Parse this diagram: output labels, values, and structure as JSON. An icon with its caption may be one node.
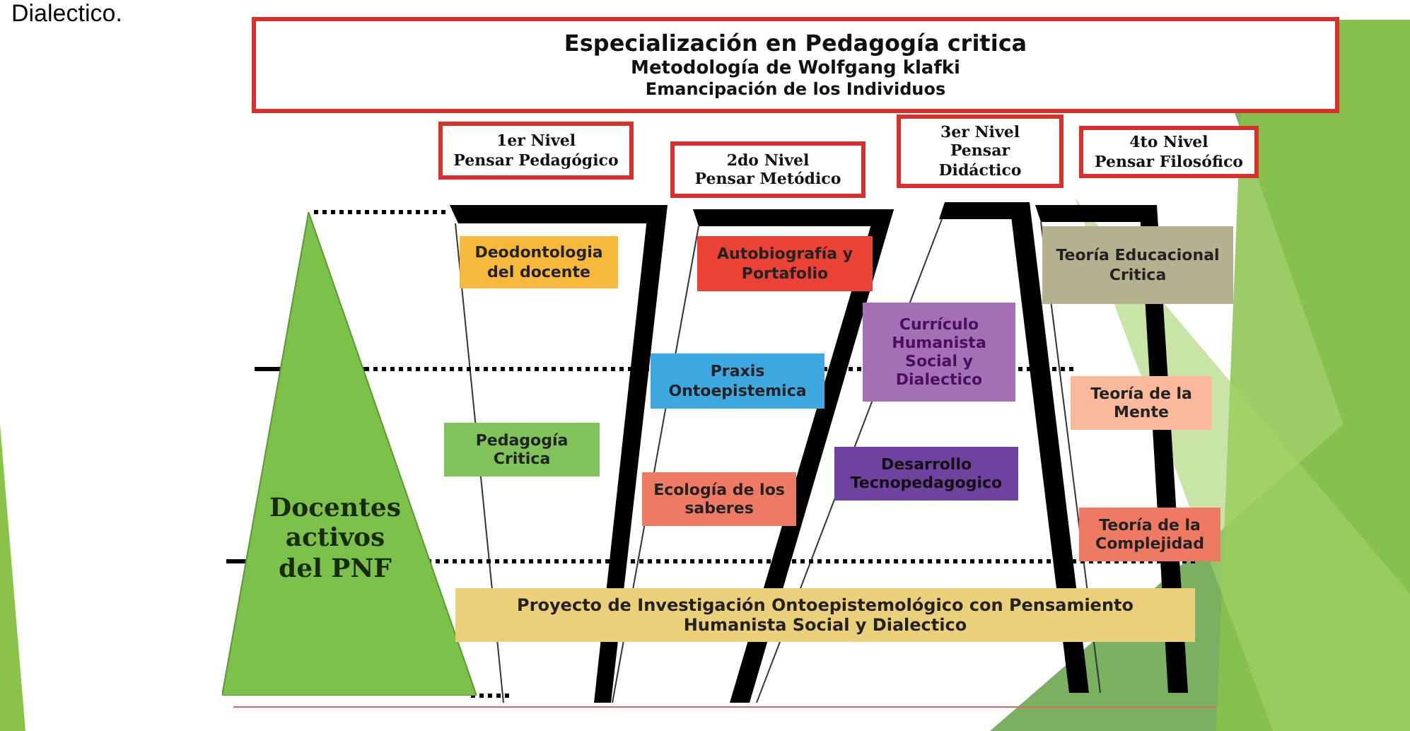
{
  "diagram": {
    "nodes": [
      {
        "text": [
          "Especialización en Pedagogía critica",
          "Metodología de Wolfgang klafki",
          "Emancipación de los Individuos"
        ]
      },
      {
        "text": [
          "1er Nivel",
          "Pensar Pedagógico"
        ]
      },
      {
        "text": [
          "2do Nivel",
          "Pensar Metódico"
        ]
      },
      {
        "text": [
          "3er Nivel",
          "Pensar Didáctico"
        ]
      },
      {
        "text": [
          "4to Nivel",
          "Pensar Filosófico"
        ]
      },
      {
        "text": [
          "Docentes activos del PNF"
        ]
      },
      {
        "text": [
          "Deodontologia del docente"
        ]
      },
      {
        "text": [
          "Autobiografía y Portafolio"
        ]
      },
      {
        "text": [
          "Teoría Educacional Critica"
        ]
      },
      {
        "text": [
          "Currículo Humanista Social y Dialectico"
        ]
      },
      {
        "text": [
          "Praxis Ontoepistemica"
        ]
      },
      {
        "text": [
          "Teoría de la Mente"
        ]
      },
      {
        "text": [
          "Pedagogía Critica"
        ]
      },
      {
        "text": [
          "Desarrollo Tecnopedagogico"
        ]
      },
      {
        "text": [
          "Ecología de los saberes"
        ]
      },
      {
        "text": [
          "Teoría de la Complejidad"
        ]
      },
      {
        "text": [
          "Proyecto de Investigación Ontoepistemológico con Pensamiento Humanista Social y Dialectico"
        ]
      }
    ],
    "edges": [],
    "labels": [
      "Dialectico."
    ]
  }
}
